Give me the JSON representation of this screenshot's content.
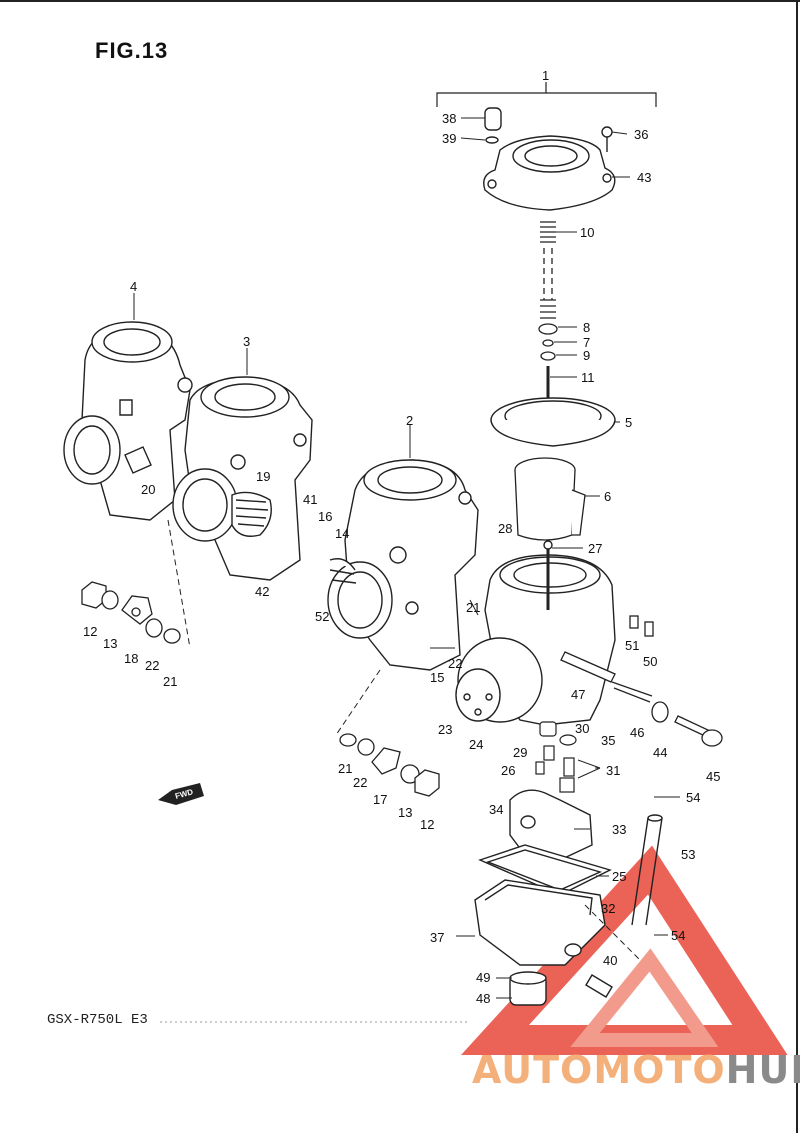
{
  "figure": {
    "title": "FIG.13",
    "model": "GSX-R750L E3",
    "fwd_label": "FWD"
  },
  "watermark": {
    "text_left": "AUTOMOTO",
    "text_right": "HUB",
    "color_accent": "#e8473a",
    "color_light": "#f4b07a",
    "color_dark": "#8a8a8a"
  },
  "callouts": {
    "c1": "1",
    "c2": "2",
    "c3": "3",
    "c4": "4",
    "c5": "5",
    "c6": "6",
    "c7": "7",
    "c8": "8",
    "c9": "9",
    "c10": "10",
    "c11": "11",
    "c12a": "12",
    "c12b": "12",
    "c13a": "13",
    "c13b": "13",
    "c14": "14",
    "c15": "15",
    "c16": "16",
    "c17": "17",
    "c18": "18",
    "c19": "19",
    "c20": "20",
    "c21a": "21",
    "c21b": "21",
    "c21c": "21",
    "c22a": "22",
    "c22b": "22",
    "c22c": "22",
    "c23": "23",
    "c24": "24",
    "c25": "25",
    "c26": "26",
    "c27": "27",
    "c28": "28",
    "c29": "29",
    "c30": "30",
    "c31": "31",
    "c32": "32",
    "c33": "33",
    "c34": "34",
    "c35": "35",
    "c36": "36",
    "c37": "37",
    "c38": "38",
    "c39": "39",
    "c40": "40",
    "c41": "41",
    "c42": "42",
    "c43": "43",
    "c44": "44",
    "c45": "45",
    "c46": "46",
    "c47": "47",
    "c48": "48",
    "c49": "49",
    "c50": "50",
    "c51": "51",
    "c52": "52",
    "c53": "53",
    "c54a": "54",
    "c54b": "54"
  }
}
